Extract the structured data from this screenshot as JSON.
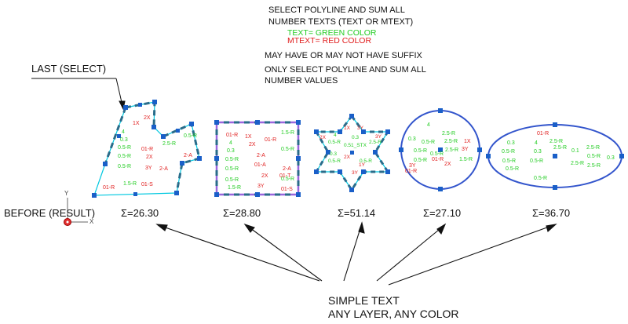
{
  "header": {
    "line1": "SELECT POLYLINE AND SUM ALL",
    "line2": "NUMBER TEXTS (TEXT OR MTEXT)",
    "text_green": "TEXT= GREEN COLOR",
    "mtext_red": "MTEXT= RED COLOR",
    "suffix_note": "MAY HAVE OR MAY NOT HAVE SUFFIX",
    "only1": "ONLY SELECT POLYLINE AND SUM ALL",
    "only2": "NUMBER VALUES"
  },
  "last_select": "LAST (SELECT)",
  "before_label": "BEFORE (RESULT)",
  "results": [
    "Σ=26.30",
    "Σ=28.80",
    "Σ=51.14",
    "Σ=27.10",
    "Σ=36.70"
  ],
  "bottom": {
    "line1": "SIMPLE TEXT",
    "line2": "ANY LAYER, ANY COLOR"
  },
  "ucs": {
    "y": "Y",
    "x": "X"
  },
  "colors": {
    "green_text": "#22cc22",
    "red_text": "#e01e1e",
    "poly_cyan": "#00c8e0",
    "poly_purple": "#9966dd",
    "poly_blue": "#3355cc",
    "grip": "#1a5fc8",
    "dash": "#2a6c8a"
  },
  "shape1": {
    "green": [
      "4",
      "0.3",
      "0.5-R",
      "0.5-R",
      "0.5-R",
      "1.5-R",
      "2.5-R",
      "0.5-R"
    ],
    "red": [
      "1X",
      "2X",
      "01-R",
      "2X",
      "3Y",
      "2-A",
      "01-S",
      "01-R",
      "2-A"
    ]
  },
  "shape2": {
    "green": [
      "4",
      "0.3",
      "0.5-R",
      "0.5-R",
      "0.5-R",
      "1.5-R",
      "1.5-R",
      "0.5-R",
      "0.5-R"
    ],
    "red": [
      "01-R",
      "1X",
      "2X",
      "01-R",
      "2-A",
      "01-A",
      "2X",
      "2-A",
      "3Y",
      "01-T",
      "01-S"
    ]
  },
  "shape3": {
    "green": [
      "4",
      "0.5-R",
      "0.3",
      "0.5-R",
      "0.51_STX",
      "0.3",
      "2.5-R",
      "0.5-R"
    ],
    "red": [
      "1X",
      "3Y",
      "2X",
      "3Y",
      "2X",
      "1Y",
      "3Y"
    ]
  },
  "shape4": {
    "green": [
      "4",
      "0.3",
      "0.5-R",
      "0.5-R",
      "0.5-R",
      "2.5-R",
      "2.5-R",
      "2.5-R",
      "1.5-R",
      "0.5-R"
    ],
    "red": [
      "1X",
      "3Y",
      "01-R",
      "3Y",
      "2X",
      "01-R"
    ]
  },
  "shape5": {
    "green": [
      "0.3",
      "4",
      "0.5-R",
      "2.5-R",
      "0.1",
      "2.5-R",
      "2.5-R",
      "0.3",
      "0.5-R",
      "0.5-R",
      "2.5-R",
      "0.5-R",
      "0.5-R",
      "0.3",
      "2.5-R",
      "0.5-R"
    ],
    "red": [
      "01-R"
    ]
  }
}
